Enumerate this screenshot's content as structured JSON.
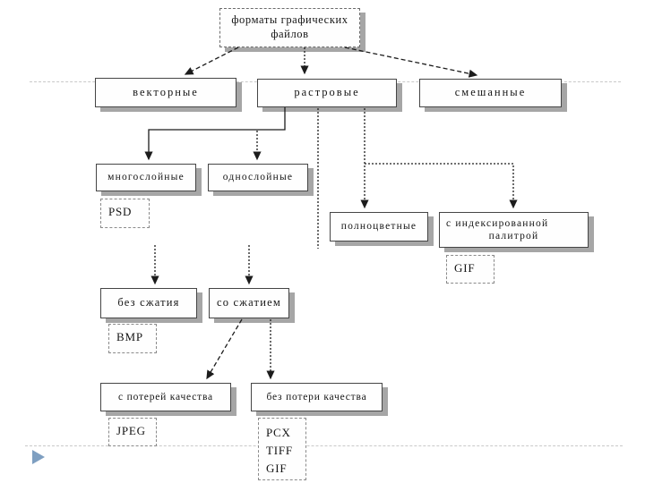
{
  "slide": {
    "kind": "presentation-slide-diagram",
    "colors": {
      "background": "#ffffff",
      "box_fill": "#fefefe",
      "box_border": "#454545",
      "box_shadow": "#a6a6a6",
      "connector": "#1c1c1c",
      "template_rule": "#c9c9c9",
      "nav_arrow": "#7e9fc1"
    },
    "nav_arrow_icon": "right-pointing-triangle"
  },
  "diagram": {
    "nodes": {
      "root_line1": "форматы графических",
      "root_line2": "файлов",
      "vector": "векторные",
      "raster": "растровые",
      "mixed": "смешанные",
      "multilayer": "многослойные",
      "singlelayer": "однослойные",
      "psd": "PSD",
      "fullcolor": "полноцветные",
      "indexed_line1": "с индексированной",
      "indexed_line2": "палитрой",
      "indexed_gif": "GIF",
      "no_compression": "без сжатия",
      "with_compression": "со сжатием",
      "bmp": "BMP",
      "lossy": "с потерей качества",
      "lossless": "без потери качества",
      "jpeg": "JPEG",
      "lossless_formats": [
        "PCX",
        "TIFF",
        "GIF"
      ]
    },
    "edges": [
      {
        "from": "форматы графических файлов",
        "to": "векторные"
      },
      {
        "from": "форматы графических файлов",
        "to": "растровые"
      },
      {
        "from": "форматы графических файлов",
        "to": "смешанные"
      },
      {
        "from": "растровые",
        "to": "многослойные"
      },
      {
        "from": "растровые",
        "to": "однослойные"
      },
      {
        "from": "растровые",
        "to": "полноцветные"
      },
      {
        "from": "растровые",
        "to": "с индексированной палитрой"
      },
      {
        "from": "многослойные",
        "to": "PSD"
      },
      {
        "from": "с индексированной палитрой",
        "to": "GIF"
      },
      {
        "from": "однослойные",
        "to": "без сжатия"
      },
      {
        "from": "однослойные",
        "to": "со сжатием"
      },
      {
        "from": "без сжатия",
        "to": "BMP"
      },
      {
        "from": "со сжатием",
        "to": "с потерей качества"
      },
      {
        "from": "со сжатием",
        "to": "без потери качества"
      },
      {
        "from": "с потерей качества",
        "to": "JPEG"
      },
      {
        "from": "без потери качества",
        "to": "PCX TIFF GIF"
      }
    ]
  }
}
